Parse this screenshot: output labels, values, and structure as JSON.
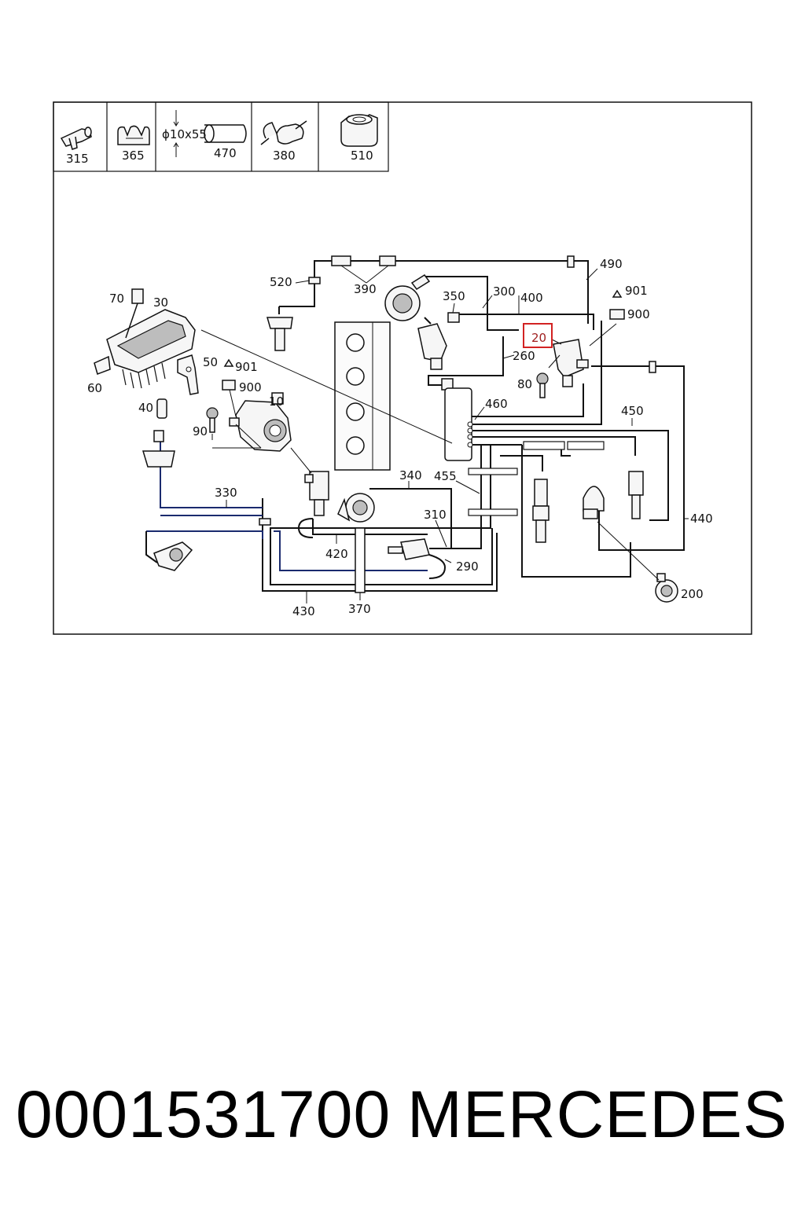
{
  "header_parts": [
    {
      "number": "315",
      "icon": "pipe-connector-icon"
    },
    {
      "number": "365",
      "icon": "double-clip-icon"
    },
    {
      "number": "470",
      "icon": "hose-icon",
      "spec": "ϕ10x55"
    },
    {
      "number": "380",
      "icon": "clamp-icon"
    },
    {
      "number": "510",
      "icon": "holder-clip-icon"
    }
  ],
  "callouts": {
    "c10": "10",
    "c20": "20",
    "c30": "30",
    "c40": "40",
    "c50": "50",
    "c60": "60",
    "c70": "70",
    "c80": "80",
    "c90": "90",
    "c200": "200",
    "c260": "260",
    "c290": "290",
    "c300": "300",
    "c310": "310",
    "c330": "330",
    "c340": "340",
    "c350": "350",
    "c370": "370",
    "c390": "390",
    "c400": "400",
    "c420": "420",
    "c430": "430",
    "c440": "440",
    "c450": "450",
    "c455": "455",
    "c460": "460",
    "c490": "490",
    "c520": "520",
    "c900a": "900",
    "c901a": "901",
    "c900b": "900",
    "c901b": "901"
  },
  "highlighted_part": "20",
  "colors": {
    "line": "#111111",
    "highlight": "#d22222",
    "tube_blue": "#1a2a6e"
  },
  "footer": {
    "part_number": "0001531700",
    "brand": "MERCEDES"
  }
}
